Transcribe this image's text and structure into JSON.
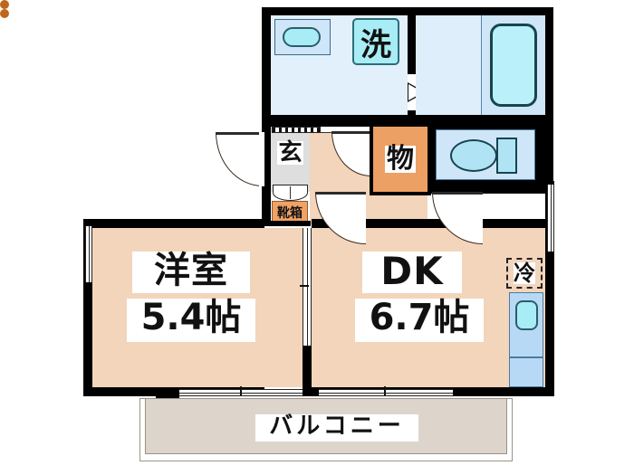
{
  "plan": {
    "type": "japanese-floor-plan",
    "rooms": [
      {
        "id": "washitsu",
        "name": "洋室",
        "size": "5.4帖"
      },
      {
        "id": "dk",
        "name": "DK",
        "size": "6.7帖"
      },
      {
        "id": "balcony",
        "name": "バルコニー",
        "size": ""
      }
    ],
    "markers": {
      "laundry": "洗",
      "storage": "物",
      "entrance": "玄",
      "shoe_box": "靴箱",
      "fridge": "冷"
    },
    "colors": {
      "wall": "#000000",
      "room_floor": "#f2d5bb",
      "wet_area": "#e2f0fb",
      "storage": "#eda063",
      "balcony": "#ddd5cc",
      "fixture_blue": "#b8d9f5",
      "tub": "#b9f0fa",
      "burner": "#c0661a"
    }
  }
}
